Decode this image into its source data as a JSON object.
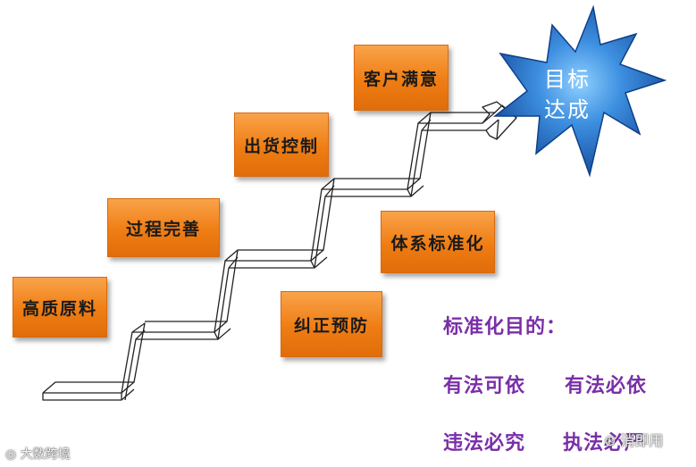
{
  "steps": [
    {
      "label": "高质原料"
    },
    {
      "label": "过程完善"
    },
    {
      "label": "出货控制"
    },
    {
      "label": "客户满意"
    },
    {
      "label": "纠正预防"
    },
    {
      "label": "体系标准化"
    }
  ],
  "goal": {
    "line1": "目标",
    "line2": "达成"
  },
  "standardization": {
    "title": "标准化目的：",
    "row1_left": "有法可依",
    "row1_right": "有法必依",
    "row2_left": "违法必究",
    "row2_right": "执法必严"
  },
  "watermarks": {
    "left": "大数跨境",
    "right": "消即用"
  },
  "colors": {
    "box": "#ef7d13",
    "star": "#1f6fd0",
    "purple_text": "#7a2fa8"
  }
}
